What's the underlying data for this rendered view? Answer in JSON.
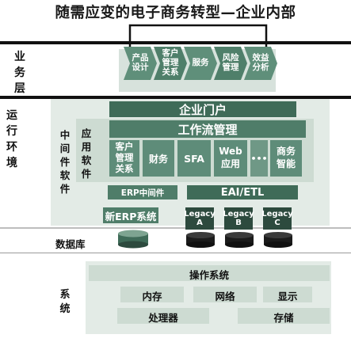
{
  "title": "随需应变的电子商务转型—企业内部",
  "left_labels": {
    "business_layer": [
      "业",
      "务",
      "层"
    ],
    "runtime_env": [
      "运",
      "行",
      "环",
      "境"
    ],
    "middleware": [
      "中",
      "间",
      "件",
      "软",
      "件"
    ],
    "app_software": [
      "应",
      "用",
      "软",
      "件"
    ],
    "database": "数据库",
    "system": [
      "系",
      "统"
    ]
  },
  "business_processes": [
    {
      "lines": [
        "产品",
        "设计"
      ]
    },
    {
      "lines": [
        "客户",
        "管理",
        "关系"
      ]
    },
    {
      "lines": [
        "服务"
      ]
    },
    {
      "lines": [
        "风险",
        "管理"
      ]
    },
    {
      "lines": [
        "效益",
        "分析"
      ]
    }
  ],
  "enterprise_portal": "企业门户",
  "workflow": "工作流管理",
  "apps": [
    {
      "lines": [
        "客户",
        "管理",
        "关系"
      ]
    },
    {
      "lines": [
        "财务"
      ]
    },
    {
      "lines": [
        "SFA"
      ]
    },
    {
      "lines": [
        "Web",
        "应用"
      ]
    },
    {
      "lines": [
        "•••"
      ]
    },
    {
      "lines": [
        "商务",
        "智能"
      ]
    }
  ],
  "erp_middleware": "ERP中间件",
  "eai_etl": "EAI/ETL",
  "new_erp": "新ERP系统",
  "legacy": [
    {
      "lines": [
        "Legacy",
        "A"
      ]
    },
    {
      "lines": [
        "Legacy",
        "B"
      ]
    },
    {
      "lines": [
        "Legacy",
        "C"
      ]
    }
  ],
  "system": {
    "os": "操作系统",
    "memory": "内存",
    "network": "网络",
    "display": "显示",
    "processor": "处理器",
    "storage": "存储"
  },
  "colors": {
    "dark_green": "#3f6b58",
    "mid_green": "#5e8c79",
    "light_green": "#e3ebe6",
    "arrow_green": "#5f8f7a"
  }
}
